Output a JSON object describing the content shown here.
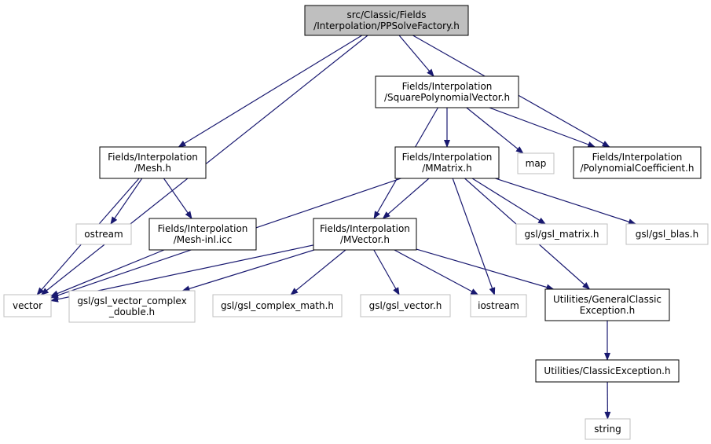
{
  "graph": {
    "colors": {
      "edge": "#191970",
      "root_fill": "#bfbfbf",
      "node_border": "#000000",
      "external_border": "#bfbfbf",
      "text": "#000000"
    },
    "nodes": [
      {
        "id": "ppsolvefactory",
        "lines": [
          "src/Classic/Fields",
          "/Interpolation/PPSolveFactory.h"
        ],
        "kind": "root"
      },
      {
        "id": "squarepolynomialvector",
        "lines": [
          "Fields/Interpolation",
          "/SquarePolynomialVector.h"
        ],
        "kind": "internal"
      },
      {
        "id": "mesh",
        "lines": [
          "Fields/Interpolation",
          "/Mesh.h"
        ],
        "kind": "internal"
      },
      {
        "id": "mmatrix",
        "lines": [
          "Fields/Interpolation",
          "/MMatrix.h"
        ],
        "kind": "internal"
      },
      {
        "id": "map",
        "lines": [
          "map"
        ],
        "kind": "external"
      },
      {
        "id": "polynomialcoefficient",
        "lines": [
          "Fields/Interpolation",
          "/PolynomialCoefficient.h"
        ],
        "kind": "internal"
      },
      {
        "id": "ostream",
        "lines": [
          "ostream"
        ],
        "kind": "external"
      },
      {
        "id": "meshinl",
        "lines": [
          "Fields/Interpolation",
          "/Mesh-inl.icc"
        ],
        "kind": "internal"
      },
      {
        "id": "mvector",
        "lines": [
          "Fields/Interpolation",
          "/MVector.h"
        ],
        "kind": "internal"
      },
      {
        "id": "gsl_matrix",
        "lines": [
          "gsl/gsl_matrix.h"
        ],
        "kind": "external"
      },
      {
        "id": "gsl_blas",
        "lines": [
          "gsl/gsl_blas.h"
        ],
        "kind": "external"
      },
      {
        "id": "vector",
        "lines": [
          "vector"
        ],
        "kind": "external"
      },
      {
        "id": "gsl_vector_complex_double",
        "lines": [
          "gsl/gsl_vector_complex",
          "_double.h"
        ],
        "kind": "external"
      },
      {
        "id": "gsl_complex_math",
        "lines": [
          "gsl/gsl_complex_math.h"
        ],
        "kind": "external"
      },
      {
        "id": "gsl_vector",
        "lines": [
          "gsl/gsl_vector.h"
        ],
        "kind": "external"
      },
      {
        "id": "iostream",
        "lines": [
          "iostream"
        ],
        "kind": "external"
      },
      {
        "id": "generalclassicexception",
        "lines": [
          "Utilities/GeneralClassic",
          "Exception.h"
        ],
        "kind": "internal"
      },
      {
        "id": "classicexception",
        "lines": [
          "Utilities/ClassicException.h"
        ],
        "kind": "internal"
      },
      {
        "id": "string",
        "lines": [
          "string"
        ],
        "kind": "external"
      }
    ],
    "edges": [
      [
        "ppsolvefactory",
        "vector"
      ],
      [
        "ppsolvefactory",
        "mesh"
      ],
      [
        "ppsolvefactory",
        "squarepolynomialvector"
      ],
      [
        "ppsolvefactory",
        "polynomialcoefficient"
      ],
      [
        "squarepolynomialvector",
        "mvector"
      ],
      [
        "squarepolynomialvector",
        "mmatrix"
      ],
      [
        "squarepolynomialvector",
        "map"
      ],
      [
        "squarepolynomialvector",
        "polynomialcoefficient"
      ],
      [
        "mesh",
        "vector"
      ],
      [
        "mesh",
        "ostream"
      ],
      [
        "mesh",
        "meshinl"
      ],
      [
        "mmatrix",
        "vector"
      ],
      [
        "mmatrix",
        "mvector"
      ],
      [
        "mmatrix",
        "gsl_matrix"
      ],
      [
        "mmatrix",
        "gsl_blas"
      ],
      [
        "mmatrix",
        "iostream"
      ],
      [
        "mmatrix",
        "generalclassicexception"
      ],
      [
        "meshinl",
        "vector"
      ],
      [
        "mvector",
        "vector"
      ],
      [
        "mvector",
        "gsl_vector_complex_double"
      ],
      [
        "mvector",
        "gsl_complex_math"
      ],
      [
        "mvector",
        "gsl_vector"
      ],
      [
        "mvector",
        "iostream"
      ],
      [
        "mvector",
        "generalclassicexception"
      ],
      [
        "generalclassicexception",
        "classicexception"
      ],
      [
        "classicexception",
        "string"
      ]
    ]
  }
}
